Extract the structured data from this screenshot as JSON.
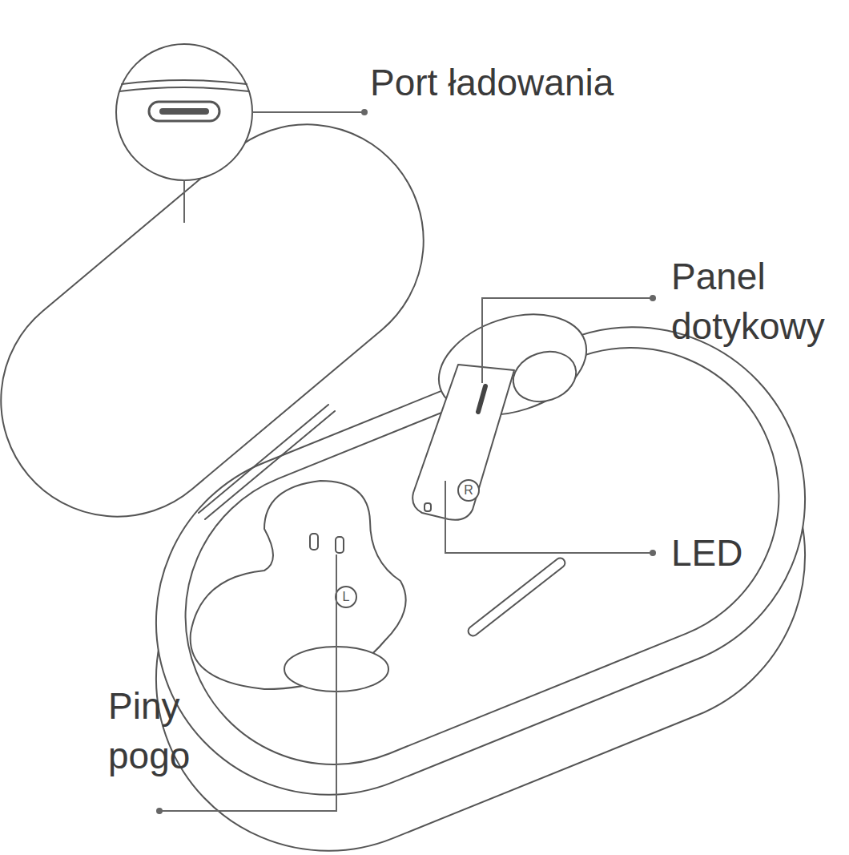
{
  "diagram": {
    "labels": [
      "Port ładowania",
      "Panel dotykowy",
      "LED",
      "Piny pogo",
      "R",
      "L"
    ]
  }
}
